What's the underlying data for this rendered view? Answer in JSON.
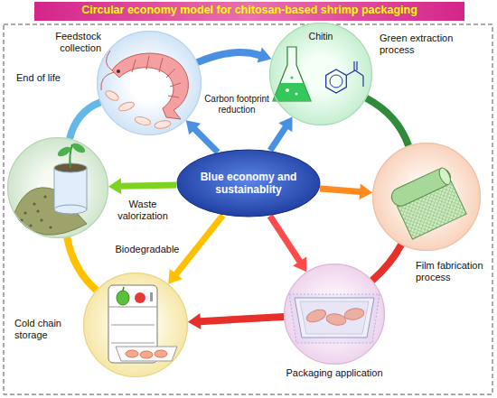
{
  "diagram": {
    "title": "Circular economy model for chitosan-based shrimp packaging",
    "nodes": [
      {
        "text": [
          "Feedstock collection"
        ]
      },
      {
        "text": [
          "Green extraction process",
          "Chitin"
        ]
      },
      {
        "text": [
          "Film fabrication process"
        ]
      },
      {
        "text": [
          "Packaging application"
        ]
      },
      {
        "text": [
          "Cold chain storage"
        ]
      },
      {
        "text": [
          "End of life"
        ]
      },
      {
        "text": [
          "Blue economy and sustainablity"
        ]
      }
    ],
    "edges": [
      {
        "from": 0,
        "to": 1,
        "arrow": "to"
      },
      {
        "from": 1,
        "to": 2,
        "arrow": "none"
      },
      {
        "from": 2,
        "to": 3,
        "arrow": "none"
      },
      {
        "from": 3,
        "to": 4,
        "arrow": "to"
      },
      {
        "from": 4,
        "to": 5,
        "arrow": "none"
      },
      {
        "from": 5,
        "to": 0,
        "arrow": "none"
      },
      {
        "from": 6,
        "to": 0,
        "label": "Carbon footprint reduction",
        "arrow": "to"
      },
      {
        "from": 6,
        "to": 1,
        "arrow": "to"
      },
      {
        "from": 6,
        "to": 2,
        "arrow": "to"
      },
      {
        "from": 6,
        "to": 3,
        "arrow": "to"
      },
      {
        "from": 6,
        "to": 4,
        "label": "Biodegradable",
        "arrow": "to"
      },
      {
        "from": 6,
        "to": 5,
        "label": "Waste valorization",
        "arrow": "to"
      }
    ]
  }
}
